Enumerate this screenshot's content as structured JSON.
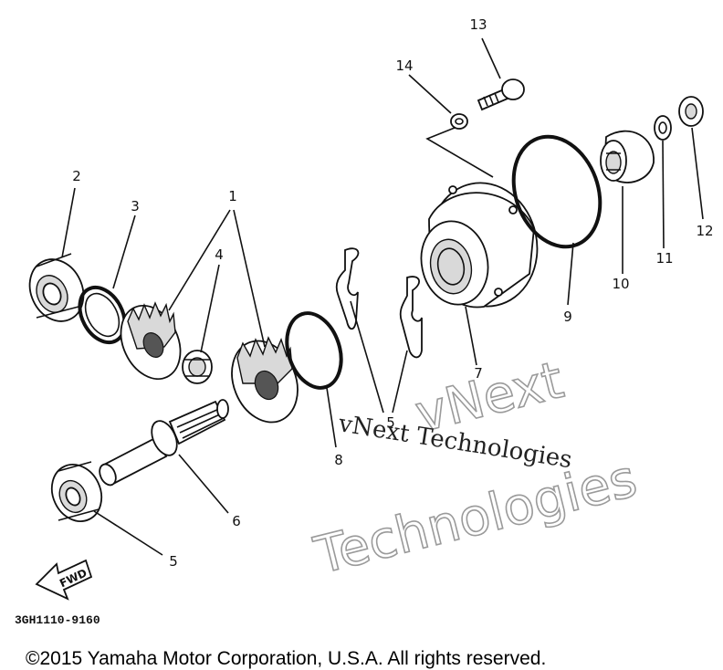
{
  "diagram": {
    "callouts": [
      {
        "id": "1",
        "text": "1"
      },
      {
        "id": "2",
        "text": "2"
      },
      {
        "id": "3",
        "text": "3"
      },
      {
        "id": "4",
        "text": "4"
      },
      {
        "id": "5",
        "text": "5"
      },
      {
        "id": "5b",
        "text": "5"
      },
      {
        "id": "6",
        "text": "6"
      },
      {
        "id": "7",
        "text": "7"
      },
      {
        "id": "8",
        "text": "8"
      },
      {
        "id": "9",
        "text": "9"
      },
      {
        "id": "10",
        "text": "10"
      },
      {
        "id": "11",
        "text": "11"
      },
      {
        "id": "12",
        "text": "12"
      },
      {
        "id": "13",
        "text": "13"
      },
      {
        "id": "14",
        "text": "14"
      }
    ],
    "direction_marker": "FWD",
    "part_code": "3GH1110-9160",
    "watermark_small": "vNext Technologies",
    "watermark_large_1": "vNext",
    "watermark_large_2": "Technologies",
    "copyright": "©2015 Yamaha Motor Corporation, U.S.A. All rights reserved."
  }
}
